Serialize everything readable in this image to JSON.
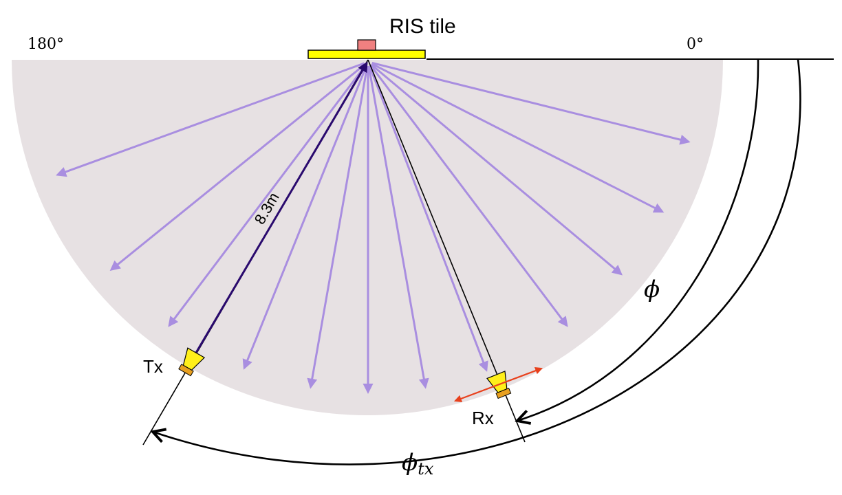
{
  "labels": {
    "ris_tile": "RIS tile",
    "angle_180": "180°",
    "angle_0": "0°",
    "distance": "8.3m",
    "tx": "Tx",
    "rx": "Rx",
    "phi": "ϕ",
    "phi_tx_base": "ϕ",
    "phi_tx_sub": "tx"
  },
  "colors": {
    "sector_fill": "#e7e1e3",
    "beam": "#a98ee0",
    "tx_beam": "#2a0a6e",
    "tile": "#ffff00",
    "tile_feed": "#f08080",
    "horn": "#ffef1a",
    "horn_base": "#e8a020",
    "rx_motion": "#e8401c",
    "line": "#000000"
  },
  "beam_directions_deg": [
    200,
    219,
    233,
    248,
    260,
    270,
    280,
    291,
    307,
    320,
    333,
    346
  ]
}
